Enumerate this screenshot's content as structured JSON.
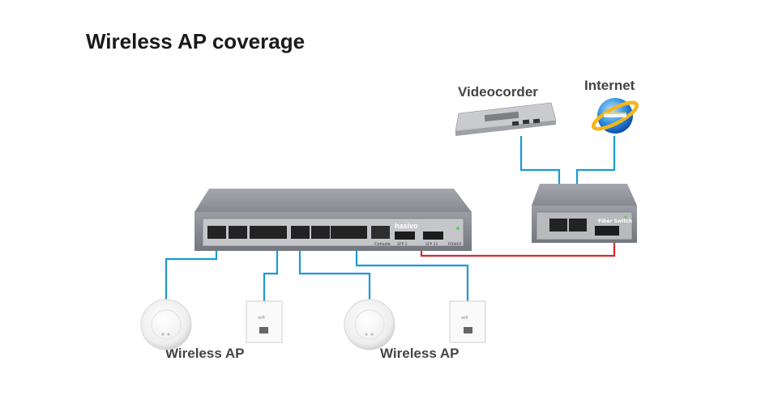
{
  "title": "Wireless AP coverage",
  "labels": {
    "videocorder": "Videocorder",
    "internet": "Internet",
    "ap_left": "Wireless AP",
    "ap_right": "Wireless AP"
  },
  "switch": {
    "brand": "hasivo",
    "console": "Console",
    "sfp1": "SFP 1",
    "sfp2": "SFP 11",
    "power": "POWER"
  },
  "fiber_switch": {
    "label": "Fiber Switch"
  },
  "wall_panel": {
    "text": "wifi"
  },
  "colors": {
    "ethernet_cable": "#1a9ad6",
    "fiber_cable": "#d62b2b",
    "switch_body": "#8d9096",
    "title": "#1a1a1a",
    "label": "#444444"
  }
}
